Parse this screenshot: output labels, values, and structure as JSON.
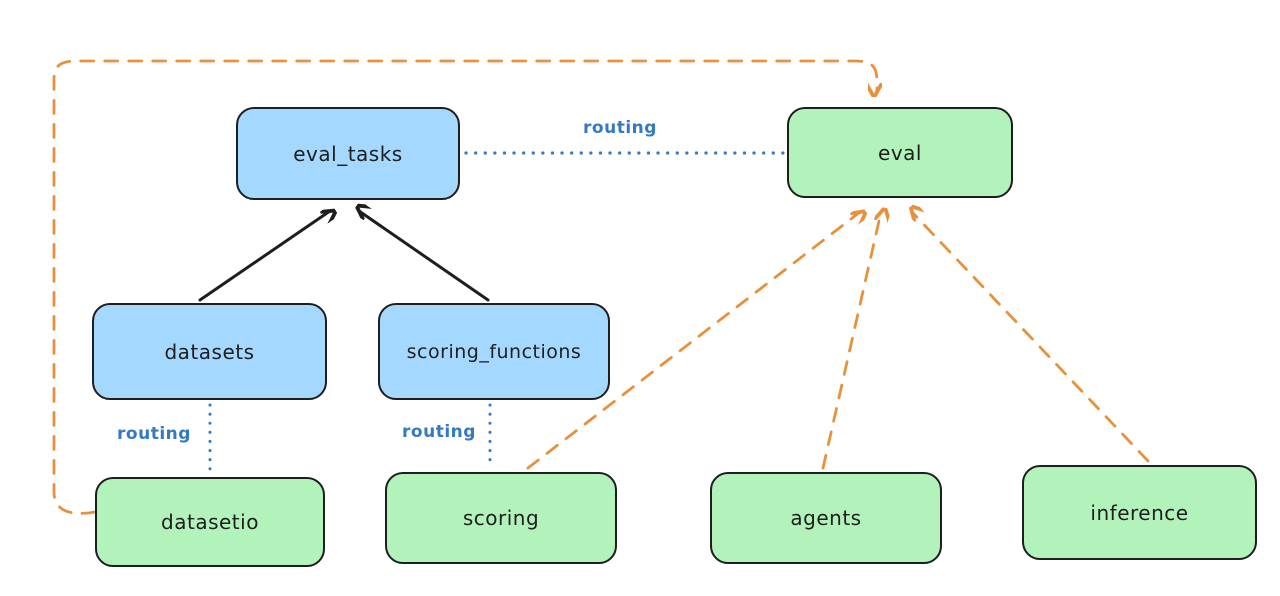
{
  "diagram": {
    "type": "flow-diagram",
    "background": "#ffffff",
    "colors": {
      "blue_node_fill": "#a5d8ff",
      "green_node_fill": "#b2f2bb",
      "node_stroke": "#1e1e1e",
      "routing_blue": "#3478c6",
      "orange_dashed": "#e8913c",
      "solid_arrow": "#1e1e1e"
    },
    "nodes": {
      "eval_tasks": {
        "label": "eval_tasks",
        "fill": "blue"
      },
      "eval": {
        "label": "eval",
        "fill": "green"
      },
      "datasets": {
        "label": "datasets",
        "fill": "blue"
      },
      "scoring_functions": {
        "label": "scoring_functions",
        "fill": "blue"
      },
      "datasetio": {
        "label": "datasetio",
        "fill": "green"
      },
      "scoring": {
        "label": "scoring",
        "fill": "green"
      },
      "agents": {
        "label": "agents",
        "fill": "green"
      },
      "inference": {
        "label": "inference",
        "fill": "green"
      }
    },
    "edges": [
      {
        "from": "datasets",
        "to": "eval_tasks",
        "style": "solid",
        "color": "#1e1e1e",
        "arrow": true,
        "label": ""
      },
      {
        "from": "scoring_functions",
        "to": "eval_tasks",
        "style": "solid",
        "color": "#1e1e1e",
        "arrow": true,
        "label": ""
      },
      {
        "from": "eval_tasks",
        "to": "eval",
        "style": "dotted",
        "color": "#3478c6",
        "arrow": false,
        "label": "routing"
      },
      {
        "from": "datasets",
        "to": "datasetio",
        "style": "dotted",
        "color": "#3478c6",
        "arrow": false,
        "label": "routing"
      },
      {
        "from": "scoring_functions",
        "to": "scoring",
        "style": "dotted",
        "color": "#3478c6",
        "arrow": false,
        "label": "routing"
      },
      {
        "from": "datasetio",
        "to": "eval",
        "style": "dashed",
        "color": "#e8913c",
        "arrow": true,
        "label": ""
      },
      {
        "from": "scoring",
        "to": "eval",
        "style": "dashed",
        "color": "#e8913c",
        "arrow": true,
        "label": ""
      },
      {
        "from": "agents",
        "to": "eval",
        "style": "dashed",
        "color": "#e8913c",
        "arrow": true,
        "label": ""
      },
      {
        "from": "inference",
        "to": "eval",
        "style": "dashed",
        "color": "#e8913c",
        "arrow": true,
        "label": ""
      }
    ]
  }
}
